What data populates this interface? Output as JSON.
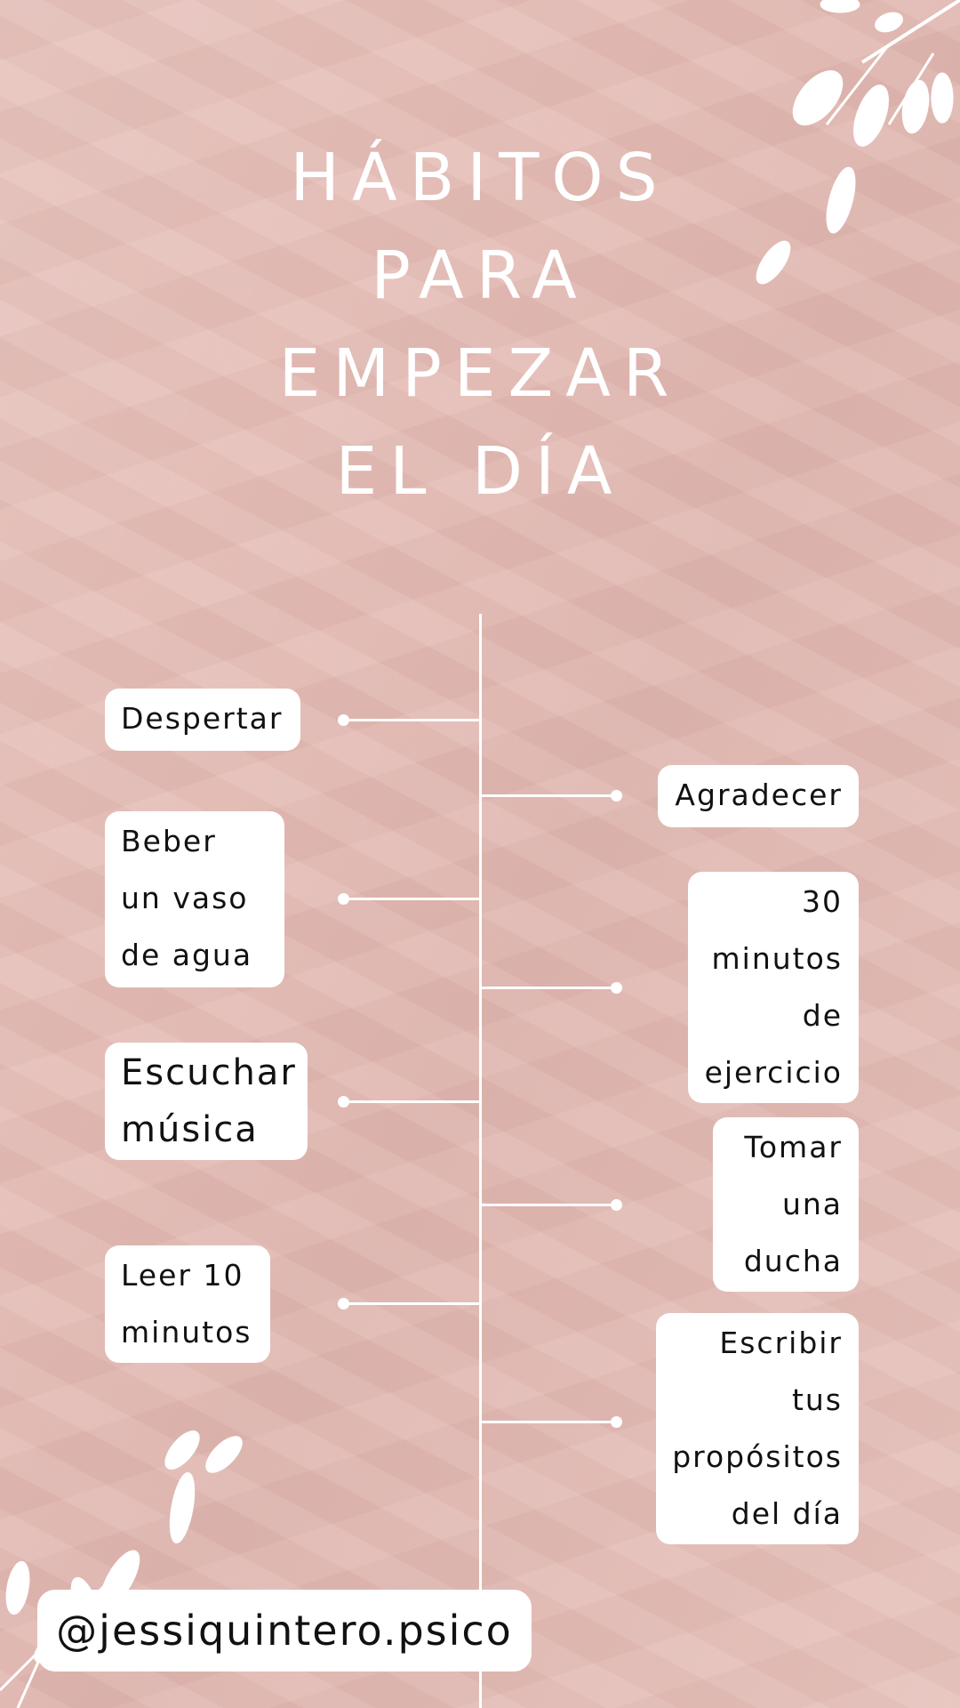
{
  "title_lines": [
    "HÁBITOS",
    "PARA",
    "EMPEZAR",
    "EL DÍA"
  ],
  "left_items": [
    "Despertar",
    "Beber un vaso de agua",
    "Escuchar música",
    "Leer 10 minutos"
  ],
  "right_items": [
    "Agradecer",
    "30 minutos de ejercicio",
    "Tomar una ducha",
    "Escribir tus propósitos del día"
  ],
  "handle": "@jessiquintero.psico",
  "colors": {
    "background": "#e5bdb6",
    "card": "#ffffff",
    "text": "#111111",
    "line": "#ffffff"
  },
  "icons": [
    "leaf-branch-icon"
  ]
}
